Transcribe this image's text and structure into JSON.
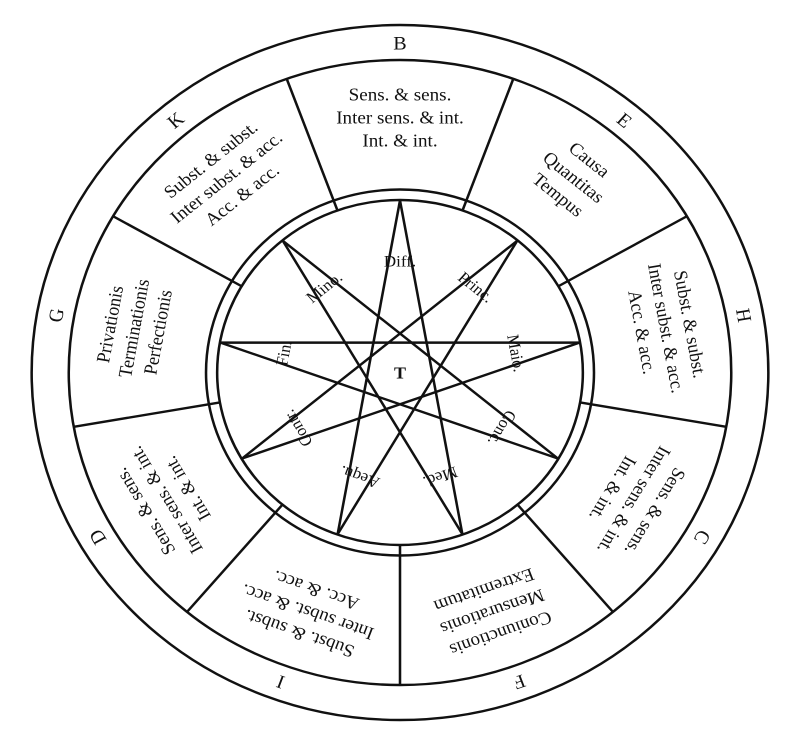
{
  "figure": {
    "center_label": "T",
    "ink_color": "#111111",
    "sectors": [
      {
        "letter": "B",
        "lines": [
          "Sens. & sens.",
          "Inter sens. & int.",
          "Int. & int."
        ]
      },
      {
        "letter": "E",
        "lines": [
          "Causa",
          "Quantitas",
          "Tempus"
        ]
      },
      {
        "letter": "H",
        "lines": [
          "Subst. & subst.",
          "Inter subst. & acc.",
          "Acc. & acc."
        ]
      },
      {
        "letter": "C",
        "lines": [
          "Sens. & sens.",
          "Inter sens. & int.",
          "Int. & int."
        ]
      },
      {
        "letter": "F",
        "lines": [
          "Coniunctionis",
          "Mensurationis",
          "Extremitatum"
        ]
      },
      {
        "letter": "I",
        "lines": [
          "Subst. & subst.",
          "Inter subst. & acc.",
          "Acc. & acc."
        ]
      },
      {
        "letter": "D",
        "lines": [
          "Sens. & sens.",
          "Inter sens. & int.",
          "Int. & int."
        ]
      },
      {
        "letter": "G",
        "lines": [
          "Privationis",
          "Terminationis",
          "Perfectionis"
        ]
      },
      {
        "letter": "K",
        "lines": [
          "Subst. & subst.",
          "Inter subst. & acc.",
          "Acc. & acc."
        ]
      }
    ],
    "star_labels": [
      "Diff.",
      "Princ.",
      "Maio.",
      "Conc.",
      "Med.",
      "Aequ.",
      "Contr.",
      "Fin.",
      "Mino."
    ]
  }
}
